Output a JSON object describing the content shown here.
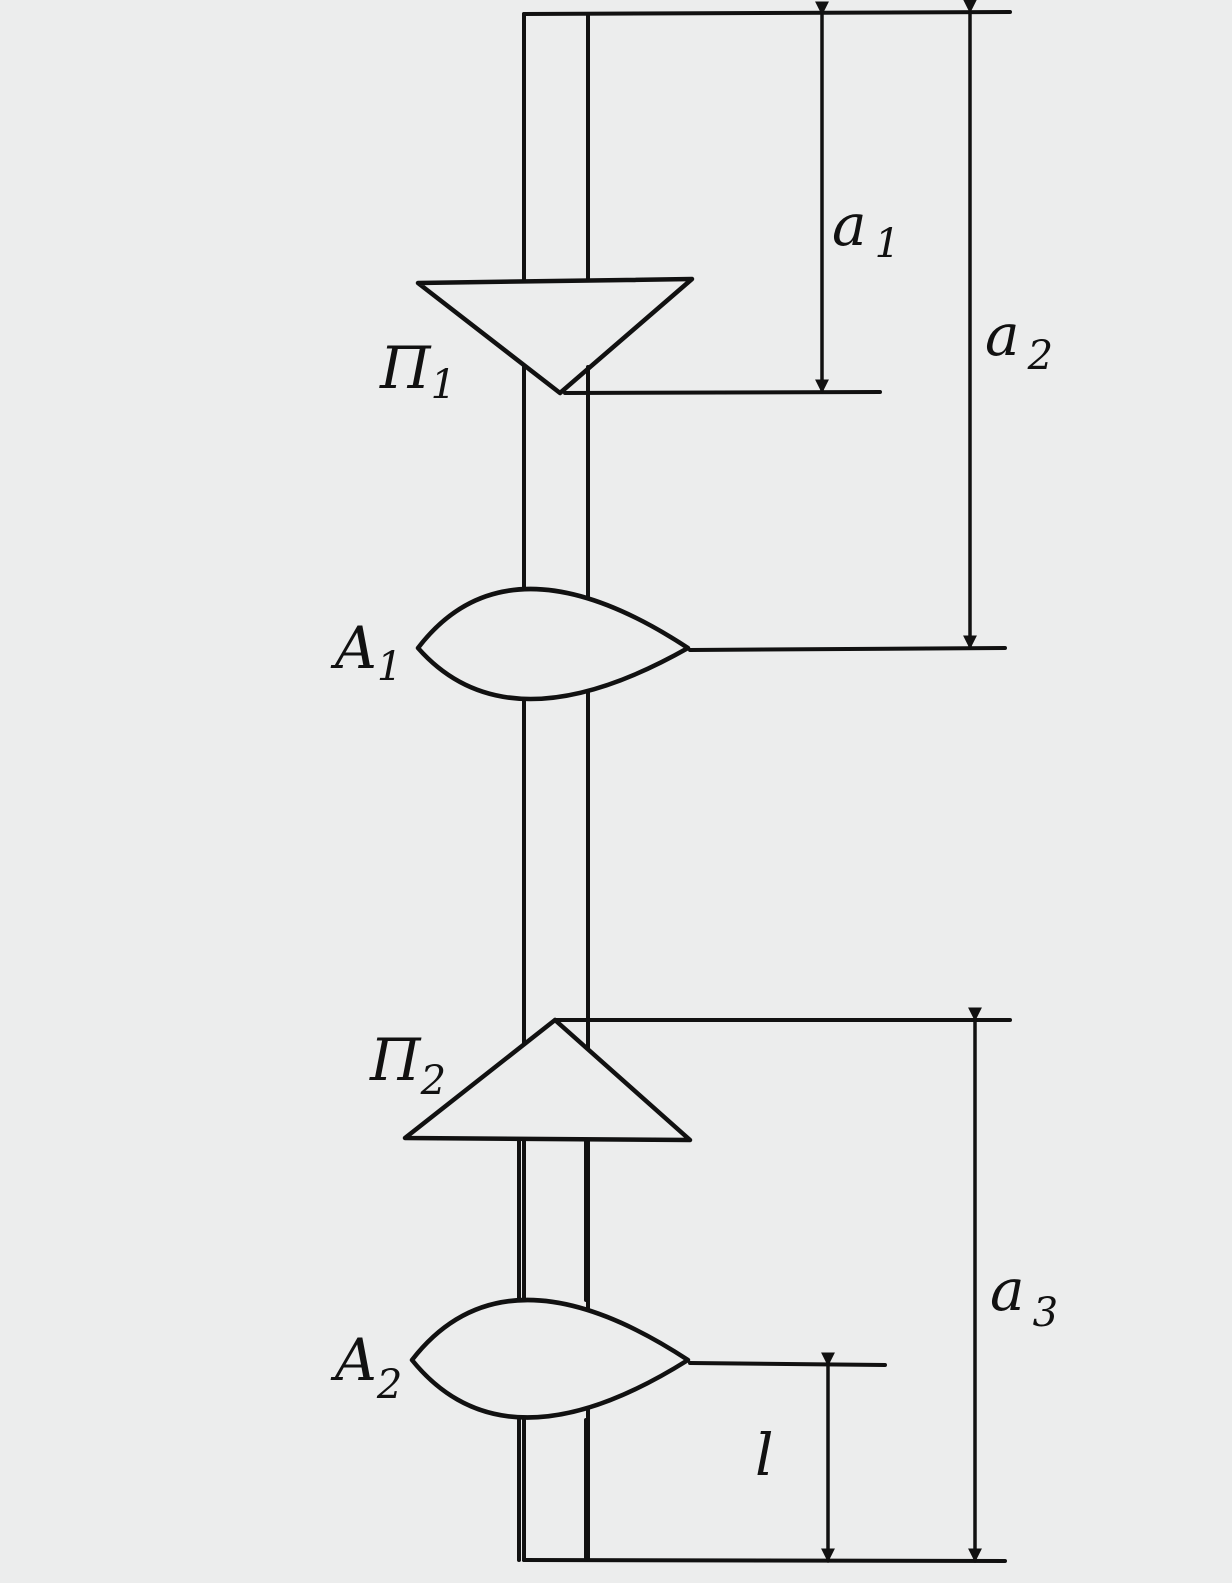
{
  "labels": {
    "p1": {
      "main": "П",
      "sub": "1"
    },
    "p2": {
      "main": "П",
      "sub": "2"
    },
    "a1_lens": {
      "main": "A",
      "sub": "1"
    },
    "a2_lens": {
      "main": "A",
      "sub": "2"
    },
    "dim_a1": {
      "main": "a",
      "sub": "1"
    },
    "dim_a2": {
      "main": "a",
      "sub": "2"
    },
    "dim_a3": {
      "main": "a",
      "sub": "3"
    },
    "dim_l": {
      "main": "l"
    }
  },
  "colors": {
    "ink": "#111111",
    "paper": "#eceded"
  }
}
